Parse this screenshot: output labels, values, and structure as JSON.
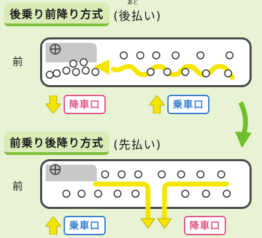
{
  "top": {
    "title": "後乗り前降り方式",
    "subtitle": "(後払い)",
    "ruby": "あと",
    "front": "前",
    "exit_label": "降車口",
    "enter_label": "乗車口"
  },
  "bottom": {
    "title": "前乗り後降り方式",
    "subtitle": "(先払い)",
    "front": "前",
    "enter_label": "乗車口",
    "exit_label": "降車口"
  },
  "colors": {
    "background": "#e8f3d4",
    "title_band": "#d9ecb8",
    "accent_green": "#7fbf3a",
    "flow_yellow": "#f5e600",
    "exit_pink": "#e05a8c",
    "enter_blue": "#3a7fd0",
    "bus_outline": "#4a4a4a",
    "driver_area": "#c8c8c8"
  },
  "icons": [
    "steering-wheel-icon",
    "down-arrow-icon",
    "up-arrow-icon",
    "transition-arrow-icon"
  ]
}
